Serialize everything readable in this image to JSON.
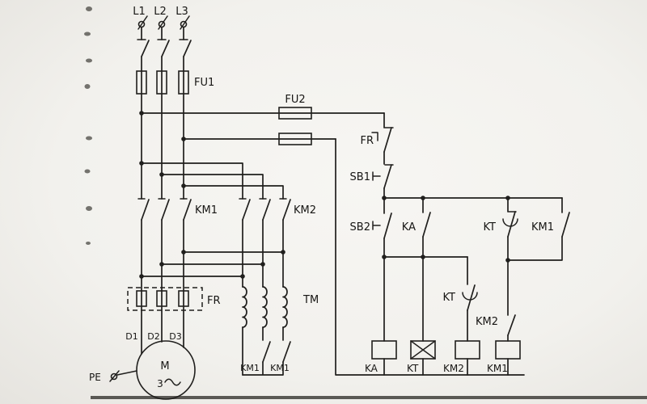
{
  "colors": {
    "wire": "#201f1d",
    "text": "#171614",
    "paper_center": "#f7f6f3",
    "paper_edge": "#e6e4df"
  },
  "supply": {
    "l1": "L1",
    "l2": "L2",
    "l3": "L3",
    "main_fuse": "FU1",
    "control_fuse": "FU2"
  },
  "main_circuit": {
    "km1_main_contacts": "KM1",
    "km2_main_contacts": "KM2",
    "thermal_relay": "FR",
    "autotransformer": "TM",
    "motor_terminals": [
      "D1",
      "D2",
      "D3"
    ],
    "star_contact_left": "KM1",
    "star_contact_right": "KM1",
    "earth": "PE",
    "motor_letter": "M",
    "motor_phase_count": "3"
  },
  "control_circuit": {
    "thermal_contact": "FR",
    "stop_button": "SB1",
    "start_button": "SB2",
    "relay_contact": "KA",
    "timer_contact_upper": "KT",
    "km1_seal_in_contact": "KM1",
    "timer_contact_lower": "KT",
    "km2_aux_contact": "KM2",
    "coil_labels": [
      "KA",
      "KT",
      "KM2",
      "KM1"
    ]
  }
}
